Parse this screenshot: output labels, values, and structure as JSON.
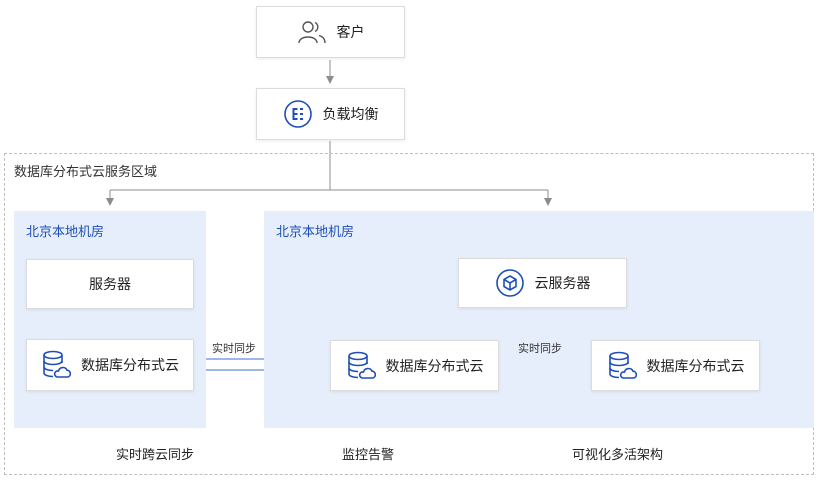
{
  "client": {
    "label": "客户",
    "icon": "users-icon"
  },
  "load_balancer": {
    "label": "负载均衡",
    "icon": "load-balancer-icon"
  },
  "region": {
    "title": "数据库分布式云服务区域"
  },
  "left_room": {
    "title": "北京本地机房",
    "server_label": "服务器",
    "db_label": "数据库分布式云",
    "db_icon": "database-cloud-icon"
  },
  "right_room": {
    "title": "北京本地机房",
    "cloud_server_label": "云服务器",
    "cloud_server_icon": "cube-icon",
    "db_left_label": "数据库分布式云",
    "db_right_label": "数据库分布式云",
    "db_icon": "database-cloud-icon"
  },
  "sync": {
    "cross_room": "实时同步",
    "in_room": "实时同步"
  },
  "footer": {
    "label_1": "实时跨云同步",
    "label_2": "监控告警",
    "label_3": "可视化多活架构"
  },
  "colors": {
    "accent": "#1f4fb6",
    "room_bg": "#e6eefb",
    "sync_arrow": "#3b6fd6",
    "line": "#8c8c8c"
  }
}
